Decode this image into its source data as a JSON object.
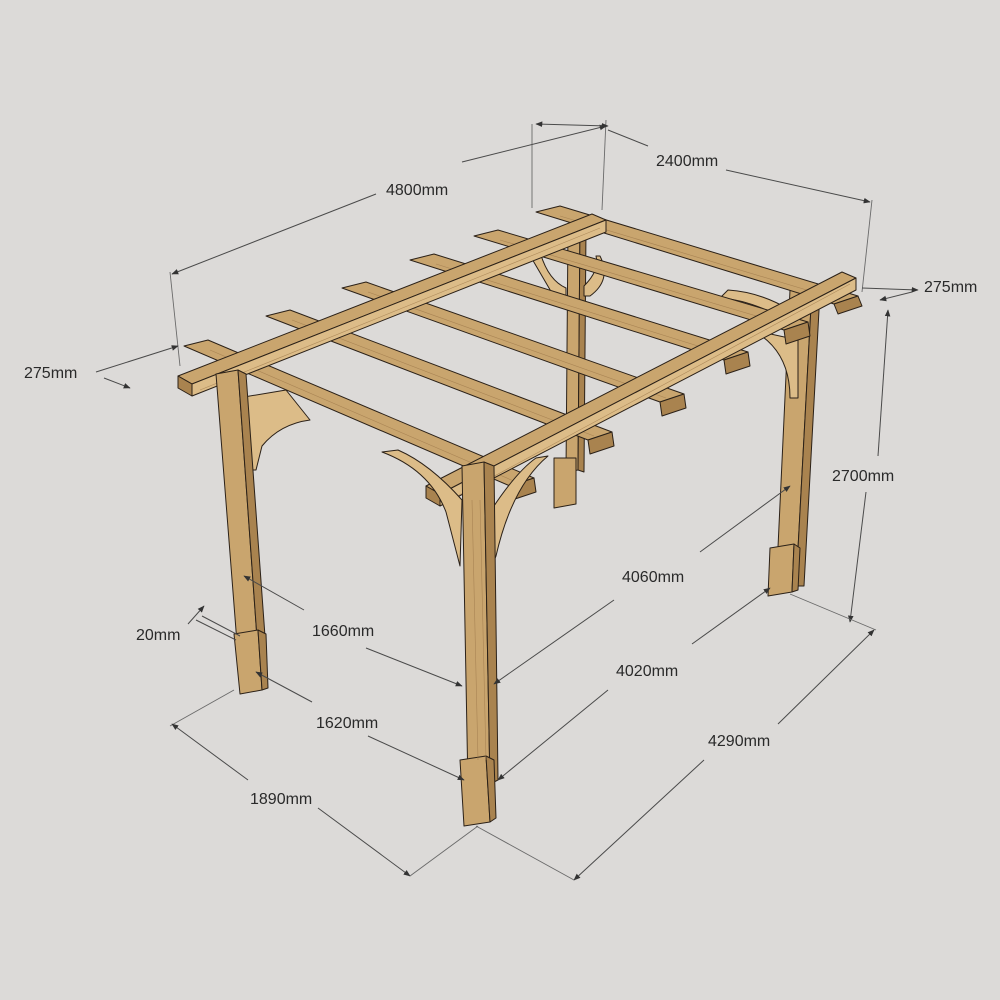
{
  "dimensions": {
    "overall_length": "4800mm",
    "overall_width": "2400mm",
    "overhang_left": "275mm",
    "overhang_right": "275mm",
    "height": "2700mm",
    "post_inner_long": "4060mm",
    "post_outer_long": "4020mm",
    "footprint_long": "4290mm",
    "post_inner_short": "1660mm",
    "post_outer_short": "1620mm",
    "footprint_short": "1890mm",
    "post_offset": "20mm"
  },
  "colors": {
    "background": "#dcdad8",
    "timber": "#c9a56e",
    "timber_shadow": "#a9834f",
    "outline": "#2b2118"
  }
}
